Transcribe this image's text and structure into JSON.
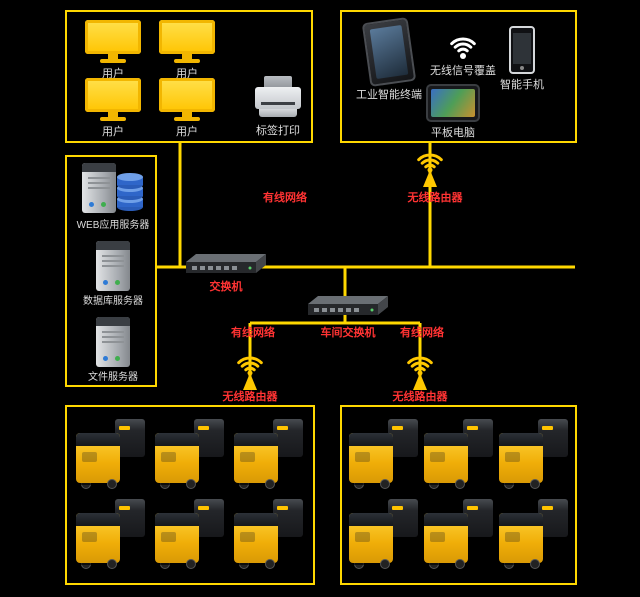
{
  "colors": {
    "background": "#000000",
    "accent_yellow": "#ffd800",
    "machine_yellow": "#f0ae08",
    "label_red": "#ff3333",
    "label_light": "#dddddd"
  },
  "office": {
    "users": [
      {
        "label": "用户"
      },
      {
        "label": "用户"
      },
      {
        "label": "用户"
      },
      {
        "label": "用户"
      }
    ],
    "printer_label": "标签打印"
  },
  "mobile": {
    "terminal_label": "工业智能终端",
    "wifi_label": "无线信号覆盖",
    "phone_label": "智能手机",
    "tablet_label": "平板电脑"
  },
  "servers": {
    "web_label": "WEB应用服务器",
    "database_label": "数据库服务器",
    "file_label": "文件服务器"
  },
  "network": {
    "wired_top_label": "有线网络",
    "router_top_label": "无线路由器",
    "core_switch_label": "交换机",
    "workshop_switch_label": "车间交换机",
    "wired_left_label": "有线网络",
    "wired_right_label": "有线网络",
    "router_left_label": "无线路由器",
    "router_right_label": "无线路由器"
  }
}
